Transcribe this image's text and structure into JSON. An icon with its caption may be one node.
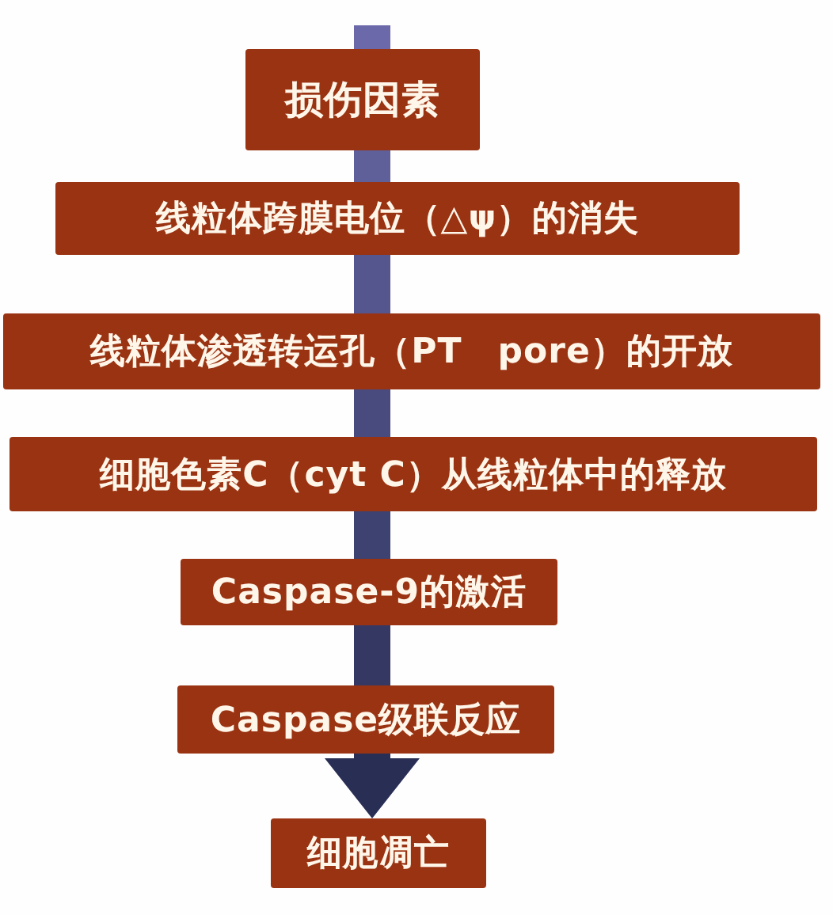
{
  "diagram": {
    "nodes": [
      {
        "text": [
          "损伤因素"
        ]
      },
      {
        "text": [
          "线粒体跨膜电位（△ψ）的消失"
        ]
      },
      {
        "text": [
          "线粒体渗透转运孔（PT　pore）的开放"
        ]
      },
      {
        "text": [
          "细胞色素C（cyt C）从线粒体中的释放"
        ]
      },
      {
        "text": [
          "Caspase-9的激活"
        ]
      },
      {
        "text": [
          "Caspase级联反应"
        ]
      },
      {
        "text": [
          "细胞凋亡"
        ]
      }
    ],
    "edges": [
      {
        "from": null,
        "to": 0,
        "arrow": "none"
      },
      {
        "from": 0,
        "to": 1,
        "arrow": "none"
      },
      {
        "from": 1,
        "to": 2,
        "arrow": "none"
      },
      {
        "from": 2,
        "to": 3,
        "arrow": "none"
      },
      {
        "from": 3,
        "to": 4,
        "arrow": "none"
      },
      {
        "from": 4,
        "to": 5,
        "arrow": "none"
      },
      {
        "from": 5,
        "to": 6,
        "arrow": "to"
      }
    ]
  }
}
